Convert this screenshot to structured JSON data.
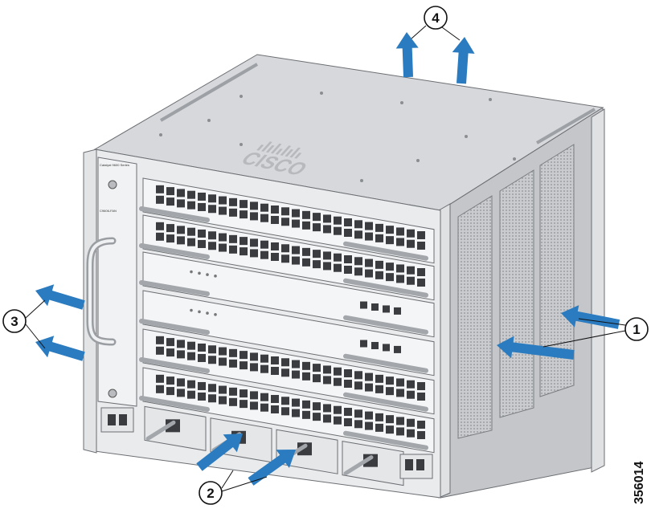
{
  "diagram": {
    "brand_text": "CISCO",
    "supervisor_model_text": "Catalyst 9600 Series",
    "fan_tray_text": "C9606-FAN",
    "callouts": [
      {
        "id": "callout-1",
        "label": "1",
        "meaning": "air intake (right side)"
      },
      {
        "id": "callout-2",
        "label": "2",
        "meaning": "air intake (power supplies)"
      },
      {
        "id": "callout-3",
        "label": "3",
        "meaning": "air exhaust (left side)"
      },
      {
        "id": "callout-4",
        "label": "4",
        "meaning": "air exhaust (top)"
      }
    ],
    "figure_id": "356014",
    "colors": {
      "arrow": "#2a7bbf",
      "chassis_top": "#d3d5d8",
      "chassis_side": "#c2c4c7",
      "front_panel": "#eceef0",
      "port": "#3a3c40"
    }
  }
}
